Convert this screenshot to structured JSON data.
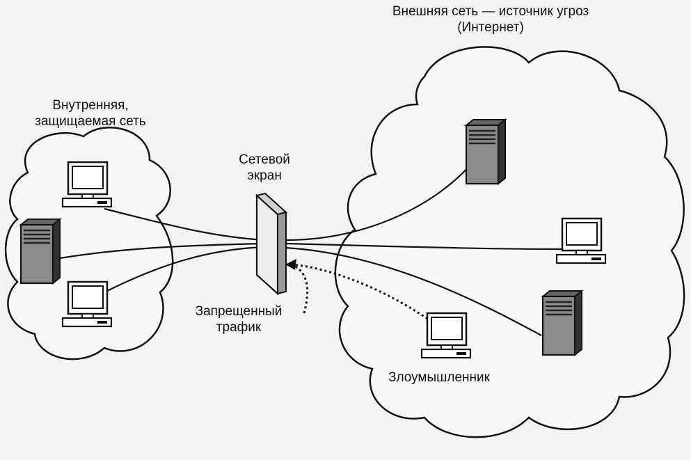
{
  "external_network": {
    "title_line1": "Внешняя сеть — источник угроз",
    "title_line2": "(Интернет)"
  },
  "internal_network": {
    "title_line1": "Внутренняя,",
    "title_line2": "защищаемая сеть"
  },
  "firewall": {
    "label_line1": "Сетевой",
    "label_line2": "экран"
  },
  "blocked_traffic": {
    "label_line1": "Запрещенный",
    "label_line2": "трафик"
  },
  "attacker": {
    "label": "Злоумышленник"
  },
  "colors": {
    "ink": "#111111",
    "background": "#f3f3f1",
    "cloud_fill": "#f8f8f6",
    "firewall_face": "#ededed",
    "firewall_side": "#9a9a9a"
  }
}
